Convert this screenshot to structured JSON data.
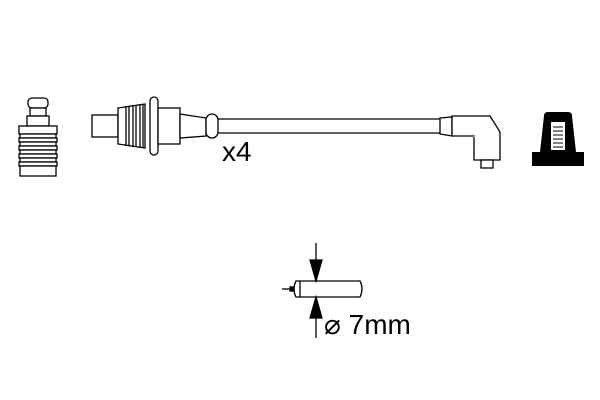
{
  "diagram": {
    "subject": "ignition cable",
    "quantity_label": "x4",
    "diameter_symbol": "⌀",
    "diameter_value": "7mm",
    "components": [
      {
        "name": "spark-plug-end-connector"
      },
      {
        "name": "straight-boot-with-ribbed-collar"
      },
      {
        "name": "cable"
      },
      {
        "name": "angled-boot"
      },
      {
        "name": "black-distributor-cap-connector"
      },
      {
        "name": "cable-cross-section"
      }
    ],
    "colors": {
      "line": "#000000",
      "background": "#ffffff"
    }
  }
}
